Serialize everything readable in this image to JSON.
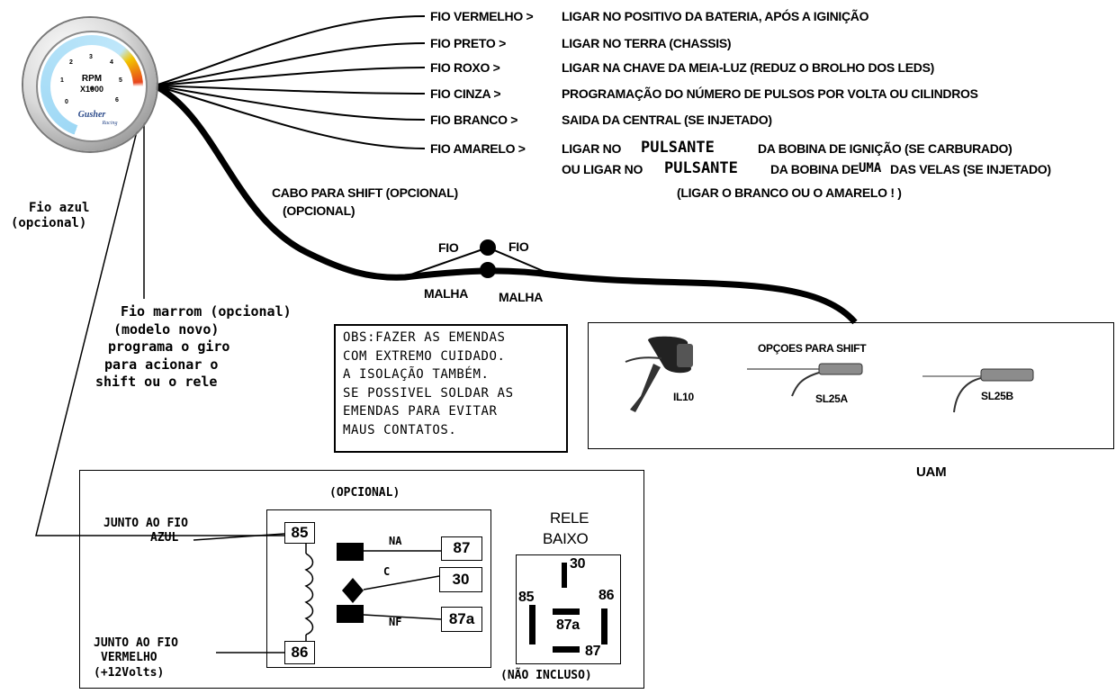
{
  "gauge": {
    "label_rpm": "RPM",
    "label_scale": "X1000",
    "brand": "Gusher",
    "brand_sub": "Racing",
    "scale_numbers": [
      "0",
      "1",
      "2",
      "3",
      "4",
      "5",
      "6"
    ],
    "led_colors": {
      "normal": "#9ed8f5",
      "warning": "#f2c400",
      "danger": "#e8451c"
    }
  },
  "wires": [
    {
      "name": "FIO VERMELHO >",
      "instruction": "LIGAR NO POSITIVO DA BATERIA, APÓS A IGINIÇÃO"
    },
    {
      "name": "FIO PRETO >",
      "instruction": "LIGAR NO TERRA (CHASSIS)"
    },
    {
      "name": "FIO ROXO >",
      "instruction": "LIGAR NA CHAVE DA MEIA-LUZ (REDUZ O BROLHO DOS LEDS)"
    },
    {
      "name": "FIO CINZA >",
      "instruction": "PROGRAMAÇÃO DO NÚMERO DE PULSOS POR VOLTA OU CILINDROS"
    },
    {
      "name": "FIO BRANCO >",
      "instruction": "SAIDA DA CENTRAL (SE INJETADO)"
    },
    {
      "name": "FIO AMARELO >",
      "instruction_a": "LIGAR NO",
      "instruction_b": "PULSANTE",
      "instruction_c": "DA BOBINA DE IGNIÇÃO (SE CARBURADO)"
    }
  ],
  "yellow_alt": {
    "a": "OU LIGAR NO",
    "b": "PULSANTE",
    "c": "DA BOBINA DE",
    "d": "UMA",
    "e": "DAS VELAS (SE INJETADO)"
  },
  "yellow_note": "(LIGAR O BRANCO OU O AMARELO ! )",
  "shift_cable": {
    "label": "CABO PARA SHIFT (OPCIONAL)",
    "sub": "(OPCIONAL)"
  },
  "splice": {
    "fio_left": "FIO",
    "fio_right": "FIO",
    "malha_left": "MALHA",
    "malha_right": "MALHA"
  },
  "blue_wire": {
    "line1": "Fio azul",
    "line2": "(opcional)"
  },
  "brown_wire": {
    "lines": [
      "Fio marrom (opcional)",
      "(modelo novo)",
      "programa o giro",
      "para acionar o",
      "shift ou o rele"
    ]
  },
  "note": {
    "lines": [
      "OBS:FAZER AS EMENDAS",
      "COM EXTREMO CUIDADO.",
      "A ISOLAÇÃO TAMBÉM.",
      "SE POSSIVEL SOLDAR AS",
      "EMENDAS PARA EVITAR",
      "MAUS CONTATOS."
    ]
  },
  "shift_options": {
    "title": "OPÇOES PARA SHIFT",
    "items": [
      "IL10",
      "SL25A",
      "SL25B"
    ],
    "footer": "UAM"
  },
  "relay": {
    "title": "(OPCIONAL)",
    "left_top": [
      "JUNTO AO FIO",
      "AZUL"
    ],
    "left_bottom": [
      "JUNTO AO FIO",
      "VERMELHO",
      "(+12Volts)"
    ],
    "pins": {
      "p85": "85",
      "p86": "86",
      "p87": "87",
      "p30": "30",
      "p87a": "87a"
    },
    "contacts": {
      "na": "NA",
      "c": "C",
      "nf": "NF"
    },
    "low_title": [
      "RELE",
      "BAIXO"
    ],
    "low_pins": {
      "p30": "30",
      "p85": "85",
      "p86": "86",
      "p87a": "87a",
      "p87": "87"
    },
    "not_included": "(NÃO INCLUSO)"
  }
}
